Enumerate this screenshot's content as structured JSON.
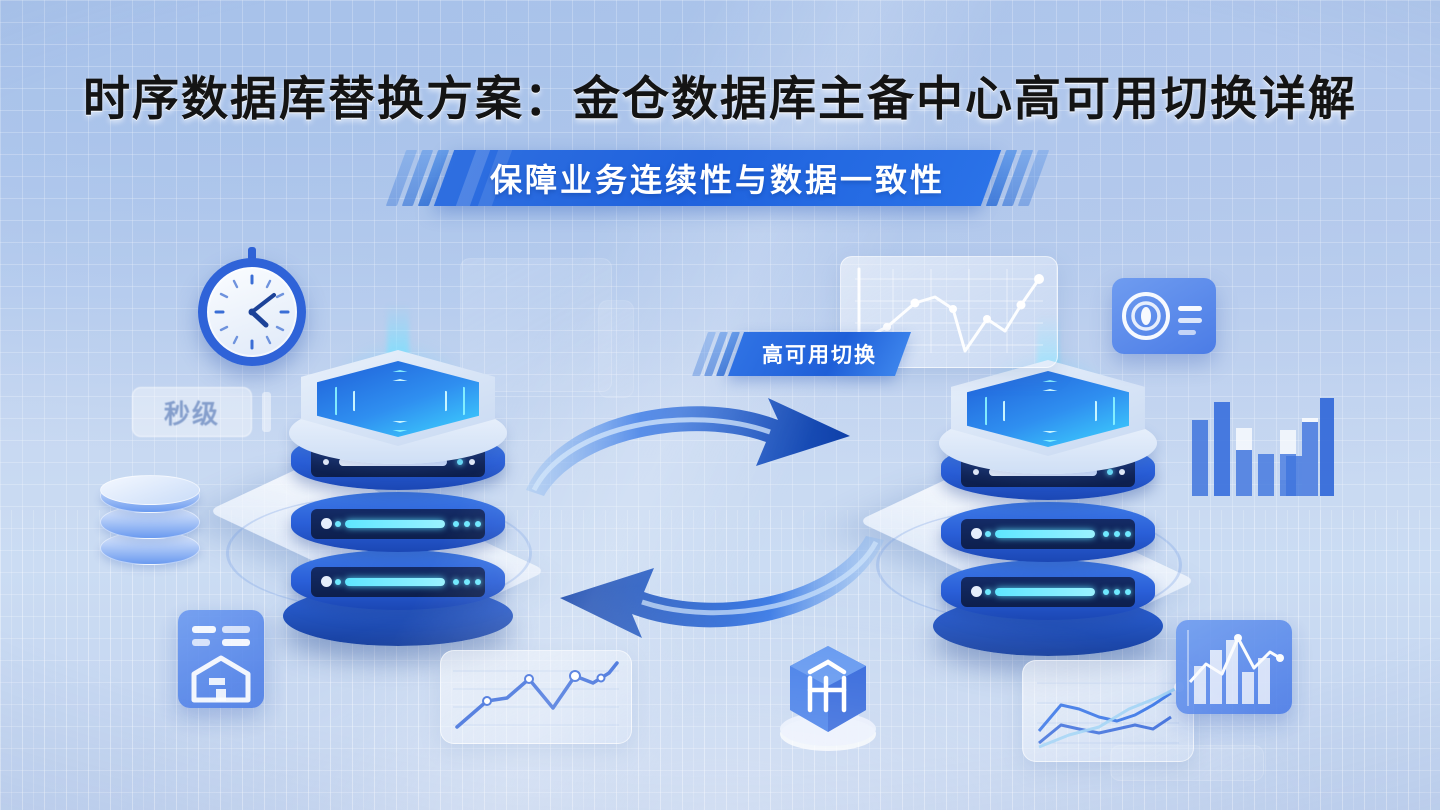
{
  "page": {
    "title": "时序数据库替换方案：金仓数据库主备中心高可用切换详解",
    "subtitle": "保障业务连续性与数据一致性",
    "mid_label": "高可用切换",
    "badge_seconds": "秒级"
  },
  "colors": {
    "background_top": "#a9c3ea",
    "background_bottom": "#c2d3ef",
    "accent_blue": "#1f62dd",
    "banner_blue": "#2f6fe0",
    "title_text": "#141414",
    "banner_text": "#ffffff",
    "server_body": "#2a5fd8",
    "server_dark": "#0d1f4d",
    "led_cyan": "#5fe6ff",
    "arrow_blue": "#2668d8",
    "grid_line": "#ffffff"
  },
  "icons": {
    "clock": "clock-icon",
    "database_cylinder": "database-cylinder-icon",
    "document_card": "document-card-icon",
    "gauge_card": "gauge-dashboard-icon",
    "shield_lock": "shield-data-icon",
    "bar_chart": "bar-chart-icon",
    "line_chart": "line-chart-icon",
    "mixed_chart": "mixed-chart-icon",
    "sync_arrow_forward": "sync-arrow-right-icon",
    "sync_arrow_back": "sync-arrow-left-icon"
  },
  "servers": {
    "primary": {
      "name": "primary-database-server",
      "tiers": 3
    },
    "standby": {
      "name": "standby-database-server",
      "tiers": 3
    }
  },
  "clock": {
    "hour_angle": 58,
    "minute_angle": 330
  },
  "chart_data": [
    {
      "type": "line",
      "name": "top-right-trend",
      "x": [
        0,
        1,
        2,
        3,
        4,
        5,
        6,
        7,
        8,
        9,
        10
      ],
      "values": [
        18,
        42,
        62,
        58,
        30,
        12,
        48,
        36,
        58,
        72,
        84
      ],
      "title": "",
      "xlabel": "",
      "ylabel": "",
      "ylim": [
        0,
        100
      ],
      "grid": true,
      "legend": "none"
    },
    {
      "type": "bar",
      "name": "right-bar-chart",
      "categories": [
        "1",
        "2",
        "3",
        "4",
        "5",
        "6",
        "7",
        "8"
      ],
      "values": [
        72,
        92,
        56,
        44,
        42,
        60,
        36,
        78,
        96
      ],
      "title": "",
      "xlabel": "",
      "ylabel": "",
      "ylim": [
        0,
        100
      ],
      "grid": false,
      "legend": "none"
    },
    {
      "type": "line",
      "name": "bottom-center-trend",
      "x": [
        0,
        1,
        2,
        3,
        4,
        5,
        6,
        7,
        8
      ],
      "values": [
        8,
        32,
        34,
        62,
        30,
        68,
        58,
        70,
        88
      ],
      "title": "",
      "xlabel": "",
      "ylabel": "",
      "ylim": [
        0,
        100
      ],
      "grid": true,
      "legend": "none"
    },
    {
      "type": "line",
      "name": "bottom-right-multiline",
      "x": [
        0,
        1,
        2,
        3,
        4,
        5,
        6,
        7,
        8
      ],
      "series": [
        {
          "name": "series-a",
          "values": [
            30,
            58,
            52,
            44,
            38,
            46,
            56,
            68,
            78
          ]
        },
        {
          "name": "series-b",
          "values": [
            18,
            34,
            30,
            26,
            30,
            34,
            30,
            22,
            48
          ]
        }
      ],
      "title": "",
      "xlabel": "",
      "ylabel": "",
      "ylim": [
        0,
        100
      ],
      "grid": true,
      "legend": "none"
    },
    {
      "type": "bar",
      "name": "bottom-right-mixed",
      "categories": [
        "1",
        "2",
        "3",
        "4",
        "5",
        "6"
      ],
      "values": [
        48,
        66,
        40,
        86,
        34,
        58
      ],
      "series": [
        {
          "name": "overlay-line",
          "values": [
            40,
            72,
            58,
            92,
            50,
            80
          ]
        }
      ],
      "title": "",
      "xlabel": "",
      "ylabel": "",
      "ylim": [
        0,
        100
      ],
      "grid": false,
      "legend": "none"
    }
  ]
}
